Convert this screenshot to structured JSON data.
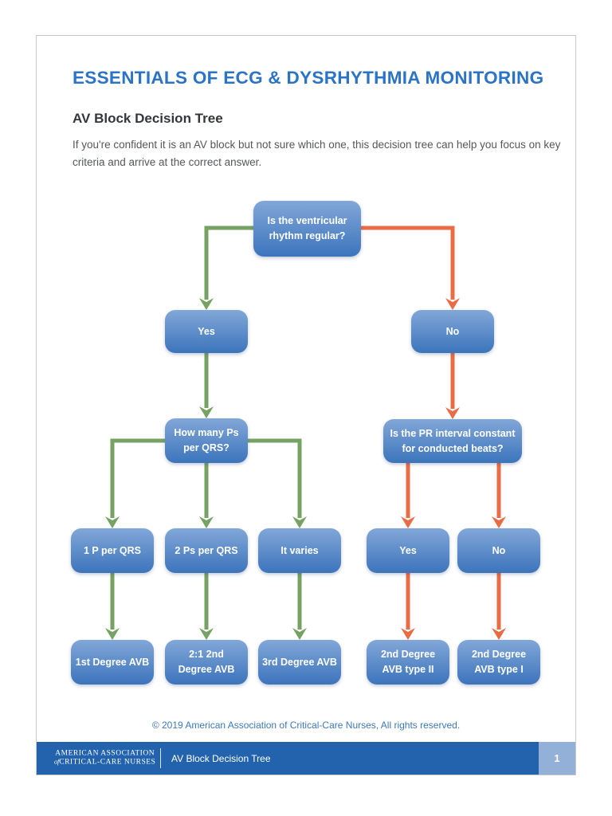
{
  "colors": {
    "title-blue": "#2a73c5",
    "node-top": "#82a7d8",
    "node-bottom": "#3c74bc",
    "green": "#76a263",
    "orange": "#ea6c45",
    "bar-blue": "#2363ad",
    "pagenum-blue": "#93b1d8",
    "copy-blue": "#3d78ba"
  },
  "doc": {
    "title": "ESSENTIALS OF ECG & DYSRHYTHMIA MONITORING",
    "heading": "AV Block Decision Tree",
    "intro": "If you're confident it is an AV block but not sure which one, this decision tree can help you focus on key\ncriteria and arrive at the correct answer.",
    "copyright": "© 2019 American Association of Critical-Care Nurses, All rights reserved."
  },
  "tree": {
    "nodes": {
      "root": "Is the ventricular\nrhythm regular?",
      "yes": "Yes",
      "no": "No",
      "how_many_ps": "How many Ps\nper QRS?",
      "pr_constant": "Is the PR interval constant\nfor conducted beats?",
      "one_p": "1 P per QRS",
      "two_ps": "2 Ps per QRS",
      "it_varies": "It varies",
      "yes2": "Yes",
      "no2": "No",
      "first_degree": "1st Degree AVB",
      "two_one_second": "2:1 2nd\nDegree AVB",
      "third_degree": "3rd Degree AVB",
      "type_ii": "2nd Degree\nAVB type II",
      "type_i": "2nd Degree\nAVB type I"
    },
    "edges": [
      {
        "from": "root",
        "to": "yes",
        "color": "green"
      },
      {
        "from": "root",
        "to": "no",
        "color": "orange"
      },
      {
        "from": "yes",
        "to": "how_many_ps",
        "color": "green"
      },
      {
        "from": "no",
        "to": "pr_constant",
        "color": "orange"
      },
      {
        "from": "how_many_ps",
        "to": "one_p",
        "color": "green"
      },
      {
        "from": "how_many_ps",
        "to": "two_ps",
        "color": "green"
      },
      {
        "from": "how_many_ps",
        "to": "it_varies",
        "color": "green"
      },
      {
        "from": "pr_constant",
        "to": "yes2",
        "color": "orange"
      },
      {
        "from": "pr_constant",
        "to": "no2",
        "color": "orange"
      },
      {
        "from": "one_p",
        "to": "first_degree",
        "color": "green"
      },
      {
        "from": "two_ps",
        "to": "two_one_second",
        "color": "green"
      },
      {
        "from": "it_varies",
        "to": "third_degree",
        "color": "green"
      },
      {
        "from": "yes2",
        "to": "type_ii",
        "color": "orange"
      },
      {
        "from": "no2",
        "to": "type_i",
        "color": "orange"
      }
    ]
  },
  "footer": {
    "logo_line1": "AMERICAN ASSOCIATION",
    "logo_of": "of",
    "logo_line2": "CRITICAL-CARE NURSES",
    "doc_title": "AV Block Decision Tree",
    "page_number": "1"
  }
}
